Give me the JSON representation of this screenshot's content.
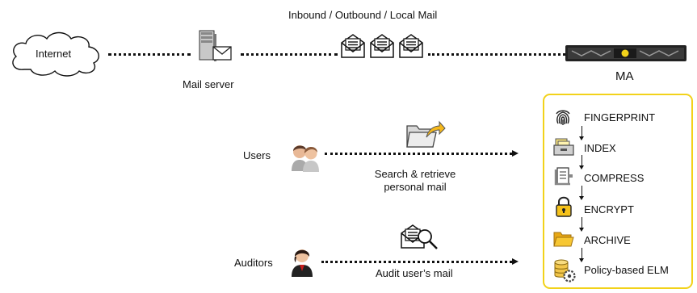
{
  "header": {
    "flow_label": "Inbound / Outbound / Local Mail"
  },
  "nodes": {
    "internet": "Internet",
    "mail_server": "Mail server",
    "ma": "MA",
    "users": "Users",
    "auditors": "Auditors"
  },
  "flows": {
    "users_caption_line1": "Search & retrieve",
    "users_caption_line2": "personal mail",
    "auditors_caption": "Audit user’s mail"
  },
  "pipeline": {
    "steps": [
      {
        "label": "FINGERPRINT",
        "icon": "fingerprint-icon"
      },
      {
        "label": "INDEX",
        "icon": "index-drawer-icon"
      },
      {
        "label": "COMPRESS",
        "icon": "compress-clamp-icon"
      },
      {
        "label": "ENCRYPT",
        "icon": "padlock-icon"
      },
      {
        "label": "ARCHIVE",
        "icon": "folder-icon"
      },
      {
        "label": "Policy-based ELM",
        "icon": "database-gear-icon"
      }
    ]
  },
  "colors": {
    "panel_border": "#f2d21a",
    "folder": "#f5c21b",
    "lock": "#f5c21b"
  }
}
